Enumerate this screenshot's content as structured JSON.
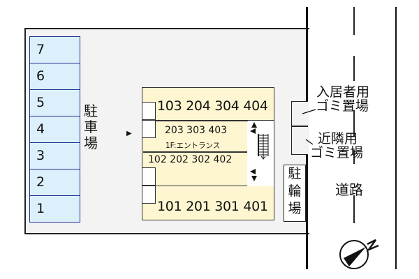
{
  "parking": {
    "label": [
      "駐",
      "車",
      "場"
    ],
    "slots": [
      "7",
      "6",
      "5",
      "4",
      "3",
      "2",
      "1"
    ]
  },
  "building": {
    "row_top": "103 204 304 404",
    "row_mid_upper": "203 303 403",
    "entrance": "1F:エントランス",
    "row_mid_lower": "102 202 302 402",
    "row_bottom": "101 201 301 401"
  },
  "garbage": {
    "resident": {
      "line1": "入居者用",
      "line2": "ゴミ置場"
    },
    "neighborhood": {
      "line1": "近隣用",
      "line2": "ゴミ置場"
    }
  },
  "bicycle_parking": {
    "label": [
      "駐",
      "輪",
      "場"
    ]
  },
  "road": {
    "label": "道路"
  },
  "compass": {
    "north_label": "N"
  },
  "markers": {
    "entrance_arrow": "▶"
  },
  "colors": {
    "parking_fill": "#dcf0fb",
    "parking_border": "#1c2f8f",
    "building_fill": "#fdf6d1",
    "site_fill": "#f3f3f3"
  }
}
